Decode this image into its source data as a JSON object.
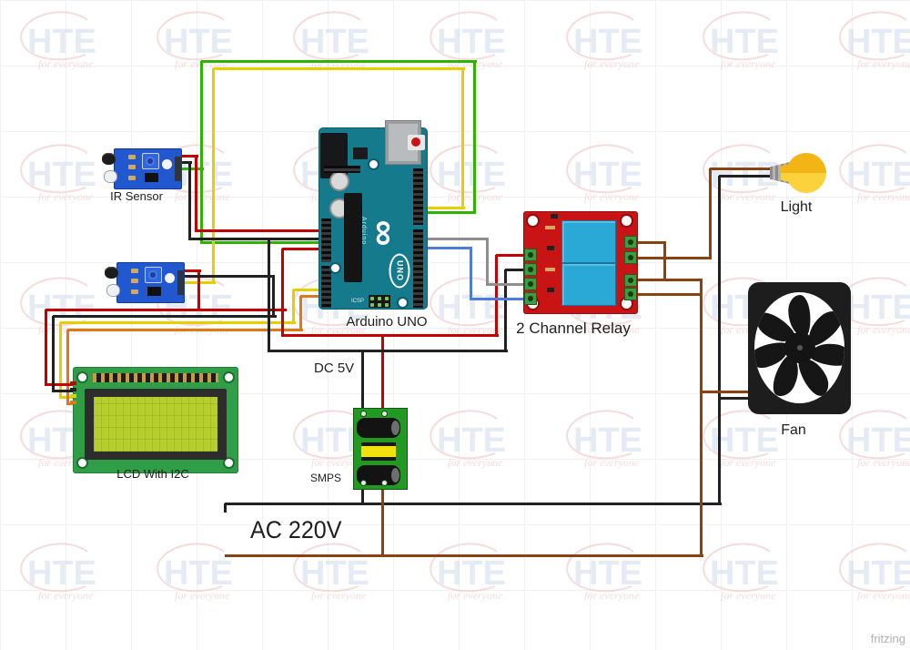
{
  "watermark": {
    "brand": "HTE",
    "tagline": "for everyone"
  },
  "footer": {
    "credit": "fritzing"
  },
  "labels": {
    "ir_sensor": "IR Sensor",
    "arduino": "Arduino UNO",
    "relay": "2 Channel Relay",
    "light": "Light",
    "fan": "Fan",
    "lcd": "LCD With I2C",
    "smps": "SMPS",
    "dc": "DC 5V",
    "ac": "AC 220V"
  },
  "board_text": {
    "uno": "UNO",
    "arduino_vertical": "Arduino",
    "infinity": "∞",
    "icsp": "ICSP"
  },
  "colors": {
    "wire_red": "#c40000",
    "wire_black": "#212121",
    "wire_green": "#2db300",
    "wire_yellow": "#e6cf00",
    "wire_orange": "#e07818",
    "wire_gray": "#8e8e8e",
    "wire_blue": "#4f7bd9",
    "wire_brown": "#8a4210",
    "arduino_teal": "#157a8c",
    "relay_red": "#c81414",
    "relay_blue": "#2aa9d6",
    "ir_blue": "#2157cf",
    "lcd_green": "#2f9e46",
    "lcd_screen": "#b6cf2e",
    "smps_green": "#229922",
    "smps_yellow": "#f2e10a",
    "bulb_dark": "#f3b516",
    "bulb_light": "#fcd23c",
    "watermark_blue": "#ccd9ec",
    "watermark_red": "#f0b9b9"
  }
}
